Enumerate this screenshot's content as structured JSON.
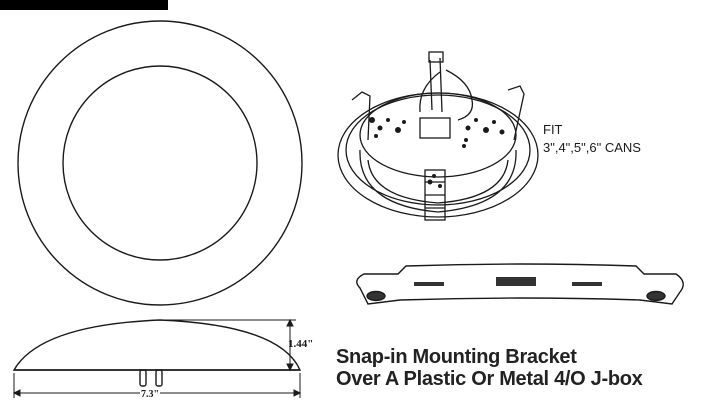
{
  "fit_label": "FIT",
  "fit_sizes": "3\",4\",5\",6\" CANS",
  "height_dimension": "1.44\"",
  "width_dimension": "7.3\"",
  "caption_line1": "Snap-in Mounting Bracket",
  "caption_line2": "Over A Plastic Or Metal 4/O J-box",
  "colors": {
    "ink": "#1a1a1a",
    "fill_dark": "#333333",
    "background": "#ffffff"
  }
}
